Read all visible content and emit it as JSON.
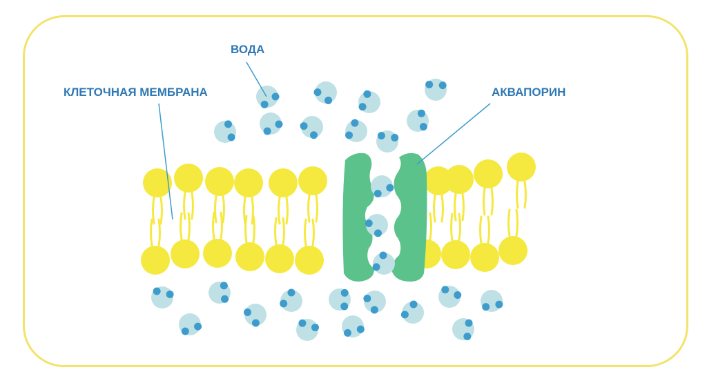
{
  "labels": {
    "water": "ВОДА",
    "membrane": "КЛЕТОЧНАЯ МЕМБРАНА",
    "aquaporin": "АКВАПОРИН"
  },
  "colors": {
    "frame": "#f3e36a",
    "lipid_head": "#f5e93f",
    "lipid_tail": "#f5e93f",
    "aquaporin": "#5cc28c",
    "water_body": "#bfe1e6",
    "water_atom": "#3d9ccc",
    "label_text": "#2f78b4",
    "leader_line": "#3d9ccc"
  },
  "icons": [
    "phospholipid",
    "water-molecule",
    "aquaporin-channel"
  ]
}
